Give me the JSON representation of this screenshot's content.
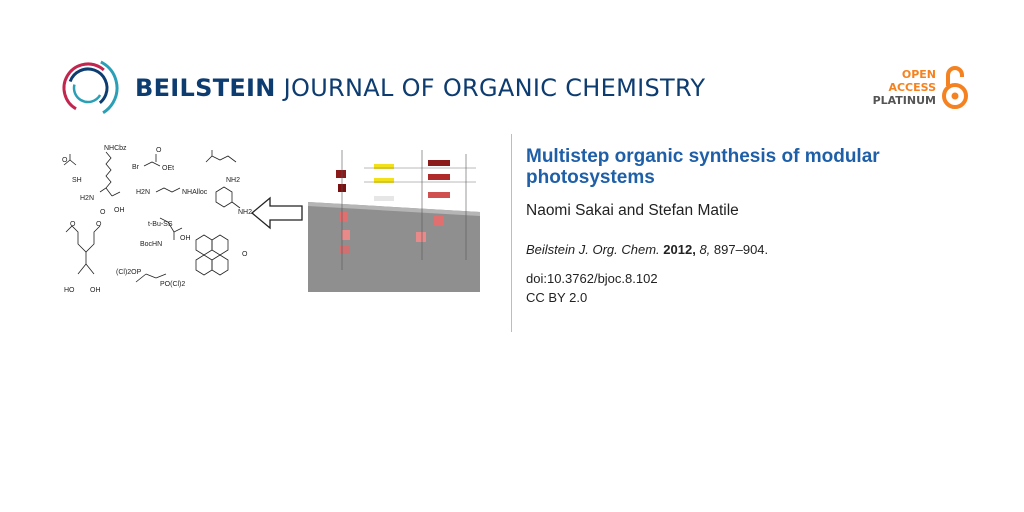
{
  "journal": {
    "name_bold": "BEILSTEIN",
    "name_rest": "JOURNAL OF ORGANIC CHEMISTRY",
    "open_access": [
      "OPEN",
      "ACCESS",
      "PLATINUM"
    ],
    "colors": {
      "brand": "#0d3c70",
      "title": "#1e5fa8",
      "open_access": "#f58220"
    }
  },
  "article": {
    "title": "Multistep organic synthesis of modular photosystems",
    "authors": "Naomi Sakai and Stefan Matile",
    "citation": {
      "journal": "Beilstein J. Org. Chem.",
      "year": "2012,",
      "volume": "8,",
      "pages": "897–904."
    },
    "doi": "doi:10.3762/bjoc.8.102",
    "license": "CC BY 2.0"
  },
  "graphic": {
    "molecule_labels": {
      "nhcbz": "NHCbz",
      "o1": "O",
      "o2": "O",
      "sh": "SH",
      "br": "Br",
      "oet": "OEt",
      "nh2a": "NH2",
      "h2n1": "H2N",
      "nh2b": "NH2",
      "oh1": "OH",
      "h2n2": "H2N",
      "nhalloc": "NHAlloc",
      "o3": "O",
      "tbuss": "t-Bu-SS",
      "boc": "BocHN",
      "oh2": "OH",
      "o4": "O",
      "o5": "O",
      "ho": "HO",
      "oh3": "OH",
      "cl2op": "(Cl)2OP",
      "pocl2": "PO(Cl)2",
      "o6": "O"
    }
  }
}
